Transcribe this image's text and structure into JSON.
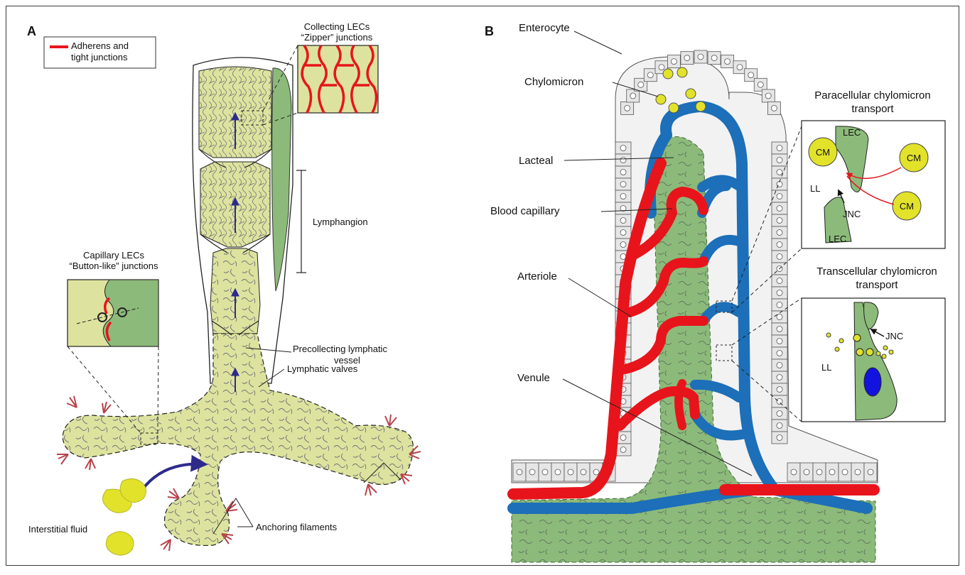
{
  "panels": {
    "a": "A",
    "b": "B"
  },
  "panel_a": {
    "legend": {
      "line1": "Adherens and",
      "line2": "tight junctions",
      "swatch_color": "#e8141b"
    },
    "zipper_title": {
      "line1": "Collecting LECs",
      "line2": "“Zipper” junctions"
    },
    "button_title": {
      "line1": "Capillary LECs",
      "line2": "“Button-like” junctions"
    },
    "lymphangion": "Lymphangion",
    "precollecting": {
      "line1": "Precollecting lymphatic",
      "line2": "vessel"
    },
    "valves": "Lymphatic valves",
    "interstitial": "Interstitial fluid",
    "anchoring": "Anchoring filaments"
  },
  "panel_b": {
    "enterocyte": "Enterocyte",
    "chylomicron": "Chylomicron",
    "lacteal": "Lacteal",
    "blood_capillary": "Blood capillary",
    "arteriole": "Arteriole",
    "venule": "Venule",
    "paracellular": {
      "line1": "Paracellular chylomicron",
      "line2": "transport"
    },
    "transcellular": {
      "line1": "Transcellular chylomicron",
      "line2": "transport"
    },
    "inset_para": {
      "cm": "CM",
      "lec": "LEC",
      "ll": "LL",
      "jnc": "JNC"
    },
    "inset_trans": {
      "ll": "LL",
      "jnc": "JNC"
    }
  },
  "colors": {
    "lymph_fill": "#dde39e",
    "lacteal_fill": "#8cba7a",
    "artery": "#e8141b",
    "vein": "#1c6fb8",
    "chylomicron": "#e2e22a",
    "flow_arrow": "#2e2a8c",
    "enterocyte": "#e6e6e6",
    "anchor": "#b8434b"
  }
}
